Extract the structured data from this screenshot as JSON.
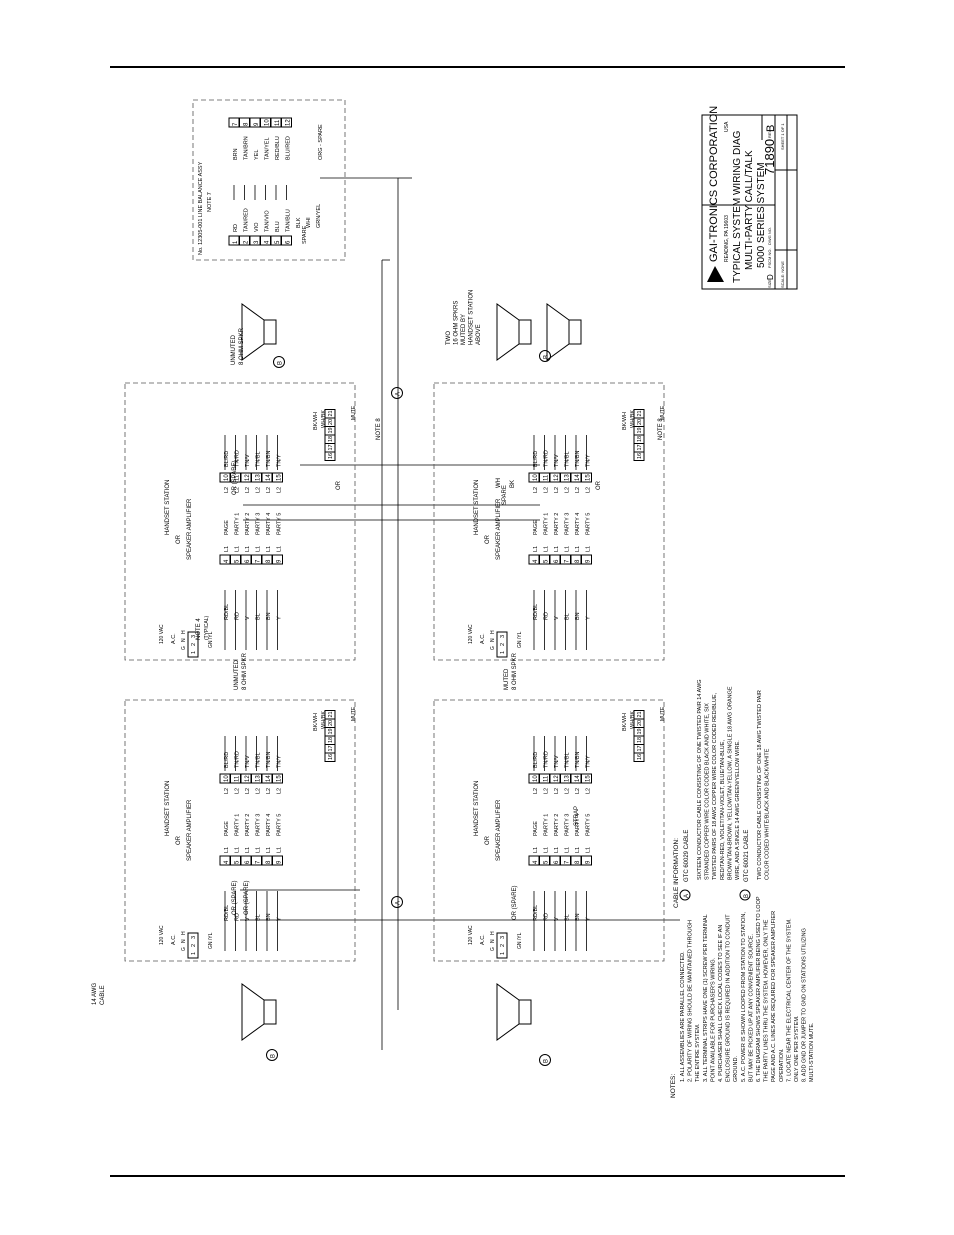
{
  "title_block": {
    "company": "GAI-TRONICS CORPORATION",
    "location": "READING, PA 19603",
    "country": "USA",
    "title_line1": "TYPICAL SYSTEM WIRING DIAG",
    "title_line2": "MULTI-PARTY CALL/TALK",
    "title_line3": "5000 SERIES SYSTEM",
    "size_label": "SIZE",
    "size": "D",
    "fscm_label": "FSCM NO.",
    "dwg_label": "DWG NO.",
    "dwg_no": "71890",
    "rev_label": "REV",
    "rev": "B",
    "scale_label": "SCALE: NONE",
    "sheet_label": "SHEET 1 OF 1"
  },
  "balance_assy": {
    "title": "No. 12305-001 LINE BALANCE ASSY",
    "note": "NOTE 7",
    "terminals": [
      "1",
      "2",
      "3",
      "4",
      "5",
      "6"
    ],
    "left_colors": [
      "RD",
      "TAN/RED",
      "VIO",
      "TAN/VIO",
      "BLU",
      "TAN/BLU"
    ],
    "right_colors": [
      "BRN",
      "TAN/BRN",
      "YEL",
      "TAN/YEL",
      "RED/BLU",
      "BLU/RED"
    ],
    "right_terminals": [
      "7",
      "8",
      "9",
      "10",
      "11",
      "12"
    ],
    "spare_label": "SPARE",
    "spare_colors": [
      "BLK",
      "WHI",
      "GRN/YEL"
    ],
    "orange_spare": "ORG - SPARE"
  },
  "station_titles": [
    "HANDSET STATION",
    "OR",
    "SPEAKER AMPLIFIER"
  ],
  "ac": {
    "labels": [
      "G",
      "N",
      "H"
    ],
    "text": "A.C.",
    "voltage": "120 VAC"
  },
  "left_terms": [
    "4",
    "5",
    "6",
    "7",
    "8",
    "9"
  ],
  "left_wires": [
    "RD/BL",
    "RD",
    "V",
    "BL",
    "BN",
    "Y"
  ],
  "parties": [
    "PAGE",
    "PARTY 1",
    "PARTY 2",
    "PARTY 3",
    "PARTY 4",
    "PARTY 5"
  ],
  "l1": "L1",
  "l2": "L2",
  "right_terms": [
    "10",
    "11",
    "12",
    "13",
    "14",
    "15"
  ],
  "right_wires": [
    "BL/RD",
    "TN/RD",
    "TN/V",
    "TN/BL",
    "TN/BN",
    "TN/Y"
  ],
  "spk_terms": [
    "16",
    "17",
    "18",
    "19",
    "20",
    "21"
  ],
  "spk_wires": [
    "BK/WH",
    "WH/BK"
  ],
  "or_spare": "OR (SPARE)",
  "spare_block": {
    "label": "SPARE",
    "colors": [
      "WH",
      "BK"
    ]
  },
  "gn_label": "GN /YL",
  "or_label": "OR",
  "strap": "STRAP",
  "mute_label": "MUTE",
  "note4": "NOTE 4",
  "note4_sub": "(TYPICAL)",
  "note8": "NOTE 8",
  "cable_14": [
    "14 AWG",
    "CABLE"
  ],
  "speakers": {
    "unmuted": [
      "UNMUTED",
      "8 OHM SPKR"
    ],
    "muted": [
      "MUTED",
      "8 OHM SPKR"
    ],
    "two": [
      "TWO",
      "16 OHM SPKRS",
      "MUTED BY",
      "HANDSET STATION",
      "ABOVE"
    ]
  },
  "cable_tags": {
    "a": "A",
    "b": "B"
  },
  "cable_info": {
    "heading": "CABLE INFORMATION:",
    "a_title": "GTC 60029 CABLE",
    "a_lines": [
      "SIXTEEN CONDUCTOR CABLE CONSISTING OF ONE TWISTED PAIR 14 AWG",
      "STRANDED COPPER WIRE COLOR CODED BLACK AND WHITE, SIX",
      "TWISTED PAIRS OF 18 AWG COPPER WIRE COLOR CODED RED/BLUE,",
      "RED/TAN-RED, VIOLET/TAN-VIOLET, BLUE/TAN-BLUE,",
      "BROWN/TAN-BROWN, YELLOW/TAN-YELLOW, A SINGLE 18 AWG ORANGE",
      "WIRE, AND A SINGLE 14 AWG GREEN/YELLOW WIRE."
    ],
    "b_title": "GTC 60021 CABLE",
    "b_lines": [
      "TWO CONDUCTOR CABLE CONSISTING OF ONE 18 AWG TWISTED PAIR",
      "COLOR CODED WHITE/BLACK AND BLACK/WHITE"
    ]
  },
  "notes": {
    "heading": "NOTES:",
    "lines": [
      "1.  ALL ASSEMBLIES ARE PARALLEL CONNECTED.",
      "2.  POLARITY OF WIRING SHOULD BE MAINTAINED THROUGH",
      "     THE ENTIRE SYSTEM.",
      "3.  ALL TERMINAL STRIPS HAVE ONE (1) SCREW PER TERMINAL",
      "     POINT AVAILABLE FOR PURCHASER'S WIRING.",
      "4.  PURCHASER SHALL CHECK LOCAL CODES TO SEE IF AN",
      "     ENCLOSURE GROUND IS REQUIRED IN ADDITION TO CONDUIT",
      "     GROUND.",
      "5.  A.C. POWER IS SHOWN LOOPED FROM STATION TO STATION,",
      "     BUT MAY BE PICKED UP AT ANY CONVENIENT SOURCE.",
      "6.  THE DIAGRAM SHOWS SPEAKER AMPLIFIER BEING USED TO LOOP",
      "     THE PARTY LINES THRU THE SYSTEM. HOWEVER, ONLY THE",
      "     PAGE AND A.C. LINES ARE REQUIRED FOR SPEAKER AMPLIFIER",
      "     OPERATION.",
      "7.  LOCATE NEAR THE ELECTRICAL CENTER OF THE SYSTEM.",
      "     ONLY ONE PER SYSTEM.",
      "8.  ADD GND OR JUMPER TO GND ON STATIONS UTILIZING",
      "     MULTI-STATION MUTE."
    ]
  }
}
